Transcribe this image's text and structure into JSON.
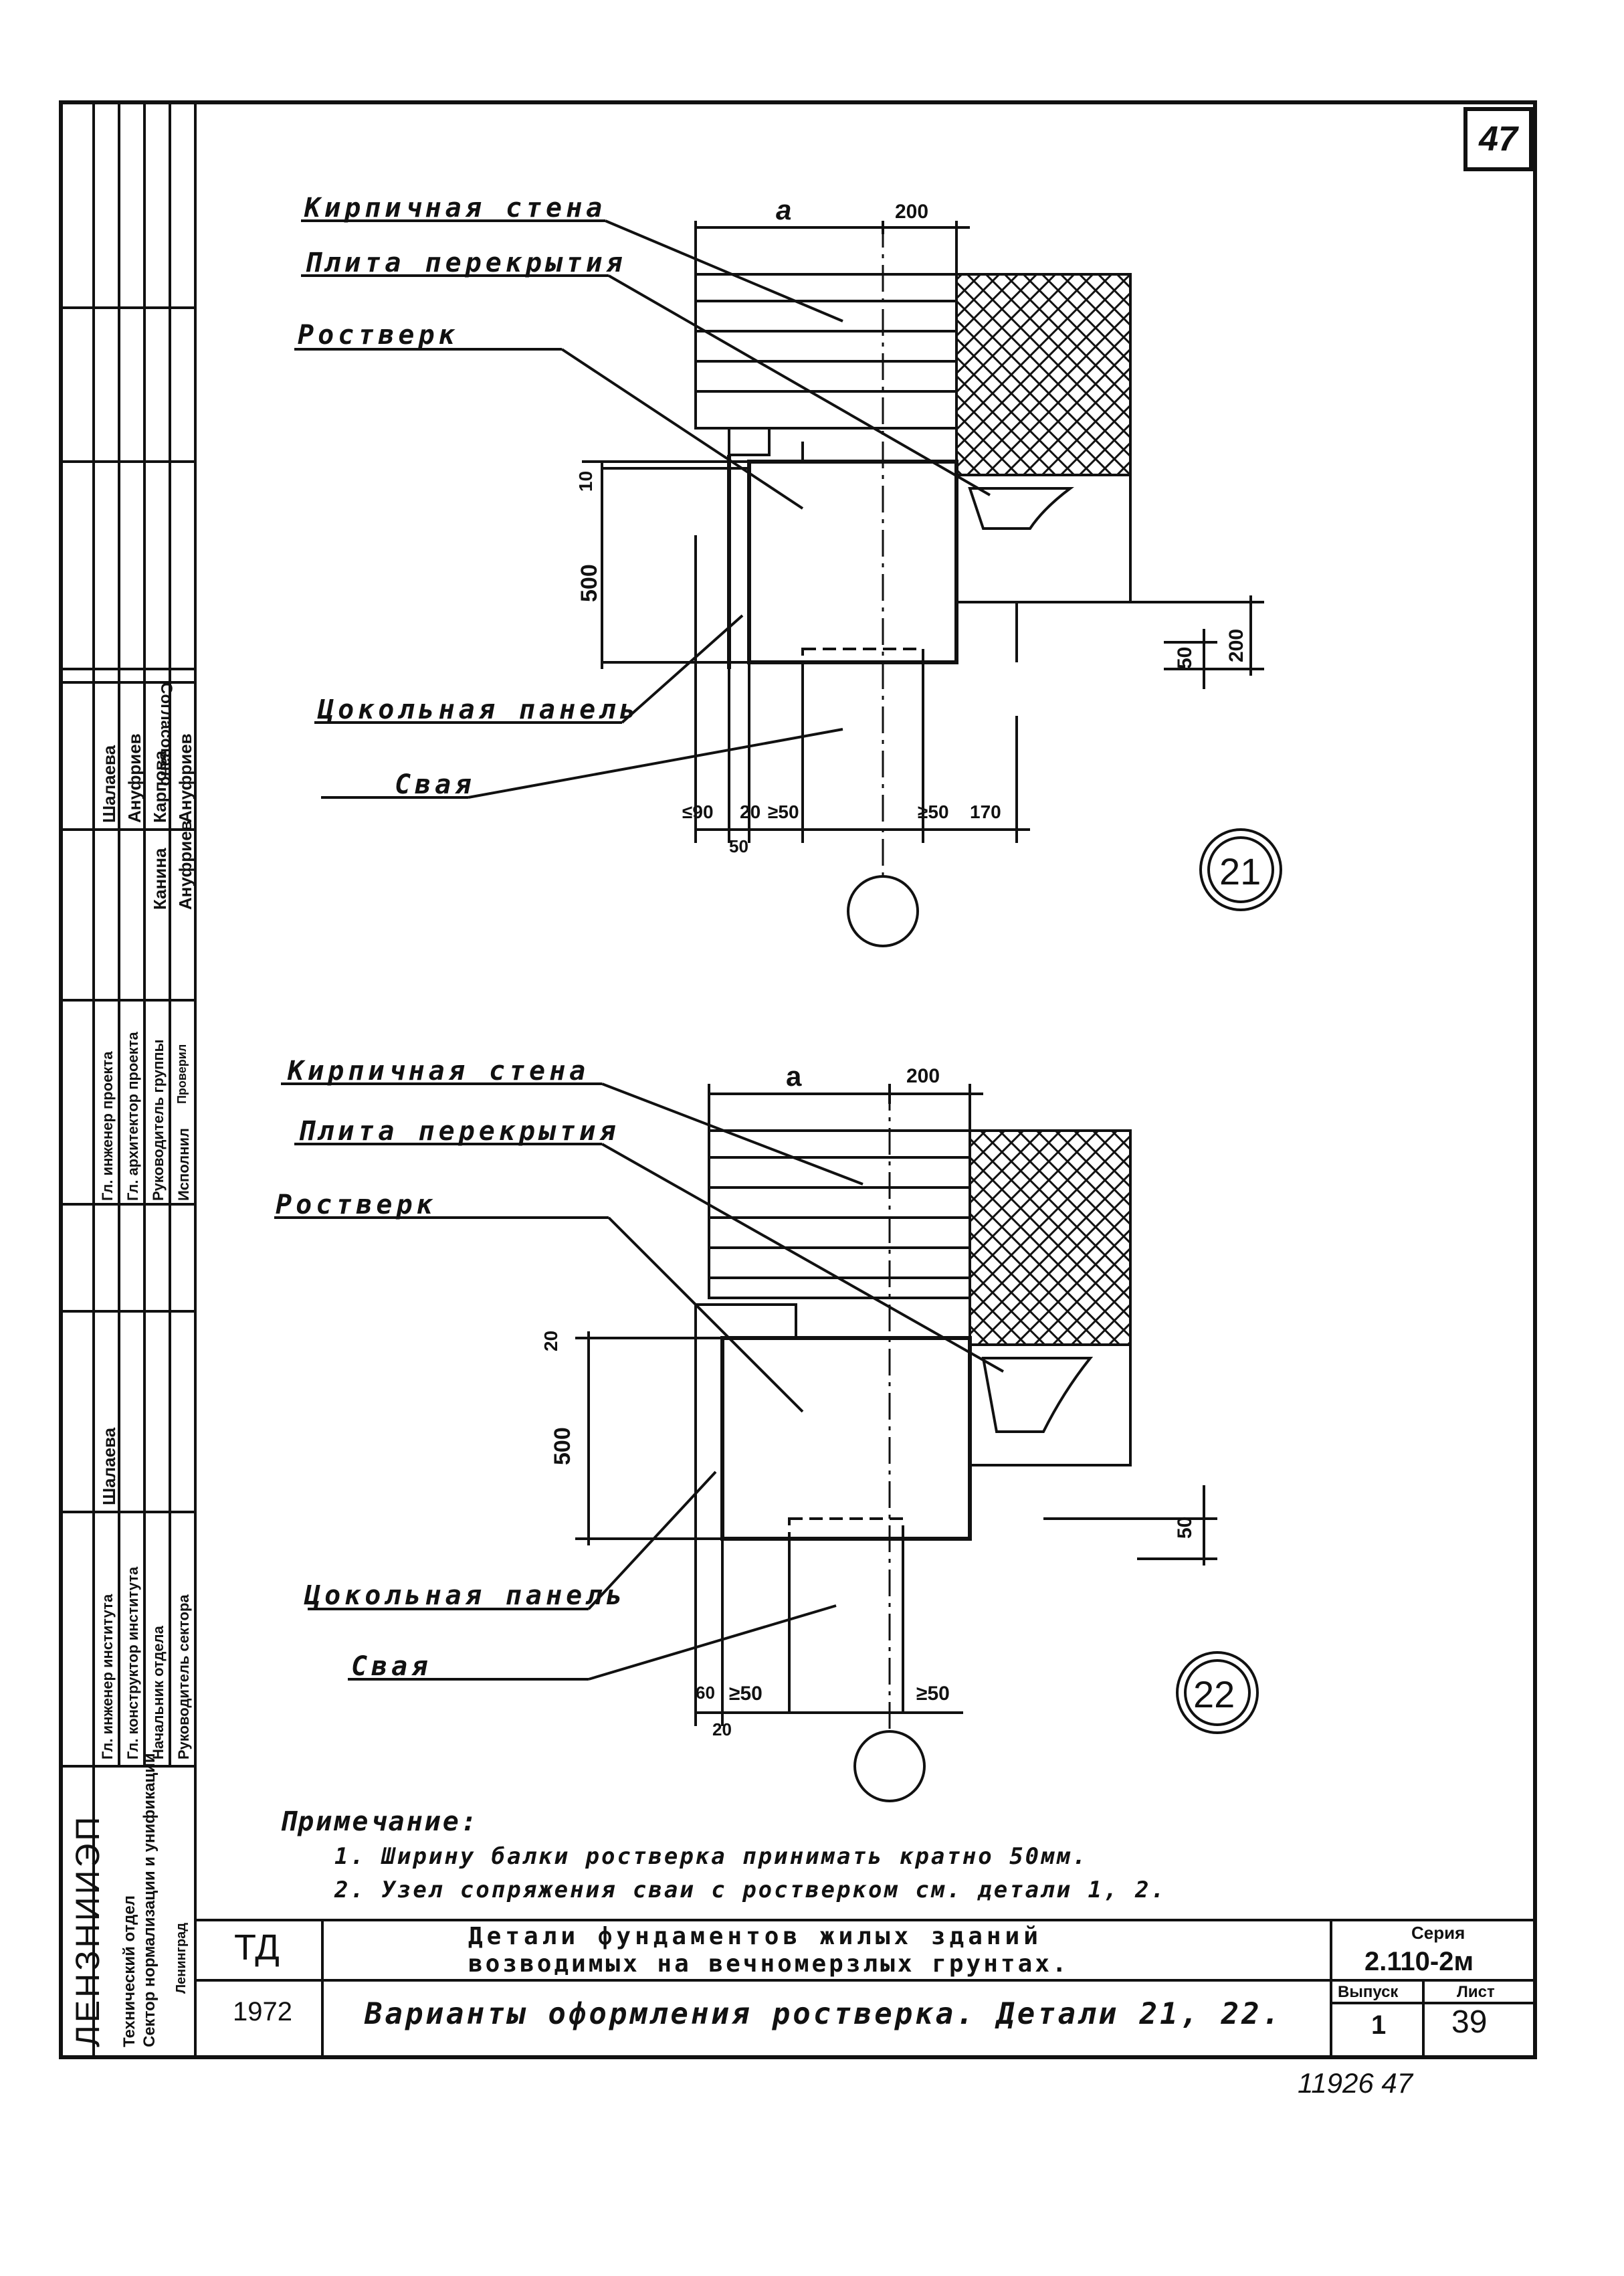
{
  "sheet_number": "47",
  "detail21": {
    "labels": {
      "wall": "Кирпичная стена",
      "slab": "Плита перекрытия",
      "grillage": "Ростверк",
      "panel": "Цокольная панель",
      "pile": "Свая"
    },
    "dims": {
      "a": "a",
      "d200": "200",
      "d10": "10",
      "d500": "500",
      "d50": "50",
      "d200b": "200",
      "b90": "≤90",
      "b20": "20",
      "b50": "≥50",
      "b50b": "≥50",
      "b170": "170",
      "b50c": "50"
    },
    "number": "21"
  },
  "detail22": {
    "labels": {
      "wall": "Кирпичная стена",
      "slab": "Плита перекрытия",
      "grillage": "Ростверк",
      "panel": "Цокольная панель",
      "pile": "Свая"
    },
    "dims": {
      "a": "a",
      "d200": "200",
      "d20": "20",
      "d500": "500",
      "d50": "50",
      "b60": "60",
      "b50": "≥50",
      "b50b": "≥50",
      "b20": "20"
    },
    "number": "22"
  },
  "notes": {
    "title": "Примечание:",
    "items": [
      "1. Ширину балки ростверка принимать кратно 50мм.",
      "2. Узел сопряжения сваи с ростверком см. детали 1, 2."
    ]
  },
  "title_block": {
    "code": "ТД",
    "year": "1972",
    "title_line1": "Детали фундаментов жилых зданий",
    "title_line2": "возводимых на вечномерзлых грунтах.",
    "subtitle": "Варианты оформления ростверка. Детали 21, 22.",
    "series_label": "Серия",
    "series_value": "2.110-2м",
    "issue_label": "Выпуск",
    "issue_value": "1",
    "sheet_label": "Лист",
    "sheet_value": "39"
  },
  "side_block": {
    "org_name": "ЛЕНЗНИИЭП",
    "org_dept": "Технический отдел",
    "org_sector": "Сектор нормализации и унификации",
    "org_city": "Ленинград",
    "roles": [
      "Гл. инженер института",
      "Гл. конструктор института",
      "Начальник отдела",
      "Руководитель сектора",
      "Гл. инженер проекта",
      "Гл. архитектор проекта",
      "Руководитель группы",
      "Исполнил",
      "Проверил"
    ],
    "names": [
      "Шалаева",
      "Ануфриев",
      "Ануфриев",
      "Карпова",
      "Канина",
      "Ануфриев",
      "Шалаева"
    ],
    "agreed": "Согласовано"
  },
  "footer_stamp": "11926 47"
}
